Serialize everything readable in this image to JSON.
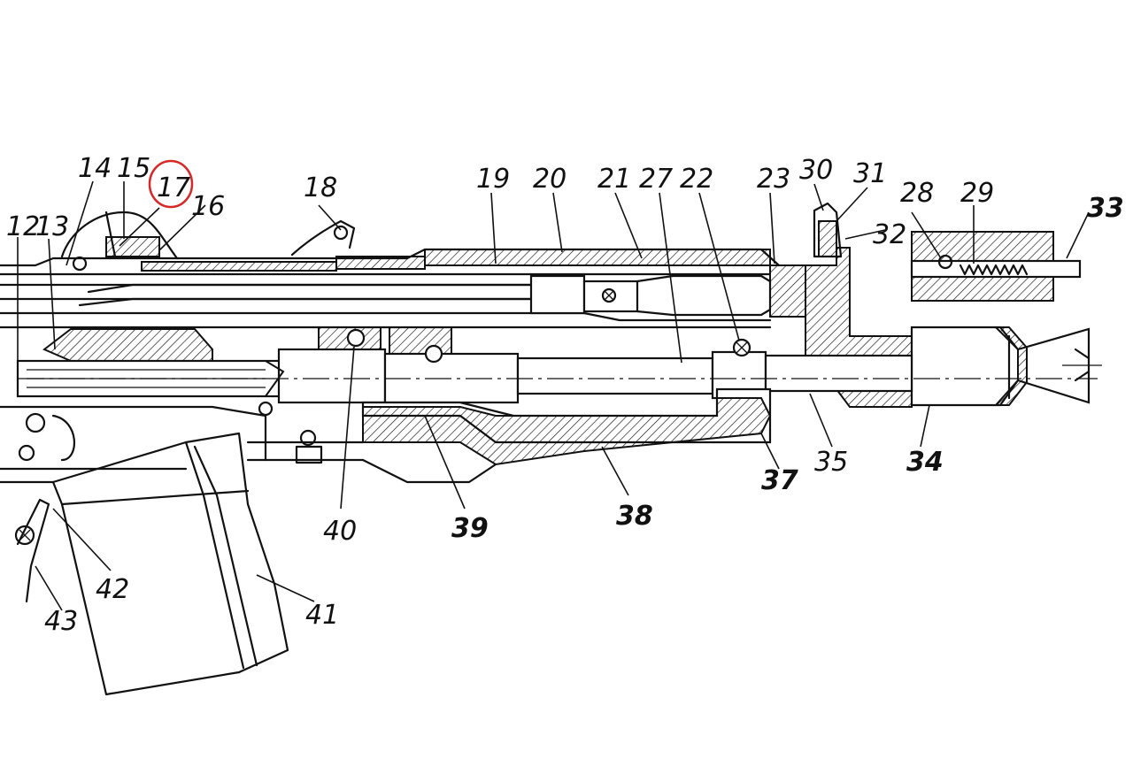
{
  "diagram": {
    "highlight_color": "#d62828",
    "line_color": "#111111",
    "highlighted_label": "17",
    "labels": [
      {
        "id": "12",
        "text": "12"
      },
      {
        "id": "13",
        "text": "13"
      },
      {
        "id": "14",
        "text": "14"
      },
      {
        "id": "15",
        "text": "15"
      },
      {
        "id": "17",
        "text": "17"
      },
      {
        "id": "16",
        "text": "16"
      },
      {
        "id": "18",
        "text": "18"
      },
      {
        "id": "19",
        "text": "19"
      },
      {
        "id": "20",
        "text": "20"
      },
      {
        "id": "21",
        "text": "21"
      },
      {
        "id": "27",
        "text": "27"
      },
      {
        "id": "22",
        "text": "22"
      },
      {
        "id": "23",
        "text": "23"
      },
      {
        "id": "30",
        "text": "30"
      },
      {
        "id": "31",
        "text": "31"
      },
      {
        "id": "32",
        "text": "32"
      },
      {
        "id": "28",
        "text": "28"
      },
      {
        "id": "29",
        "text": "29"
      },
      {
        "id": "33",
        "text": "33"
      },
      {
        "id": "34",
        "text": "34"
      },
      {
        "id": "35",
        "text": "35"
      },
      {
        "id": "37",
        "text": "37"
      },
      {
        "id": "38",
        "text": "38"
      },
      {
        "id": "39",
        "text": "39"
      },
      {
        "id": "40",
        "text": "40"
      },
      {
        "id": "41",
        "text": "41"
      },
      {
        "id": "42",
        "text": "42"
      },
      {
        "id": "43",
        "text": "43"
      }
    ]
  }
}
